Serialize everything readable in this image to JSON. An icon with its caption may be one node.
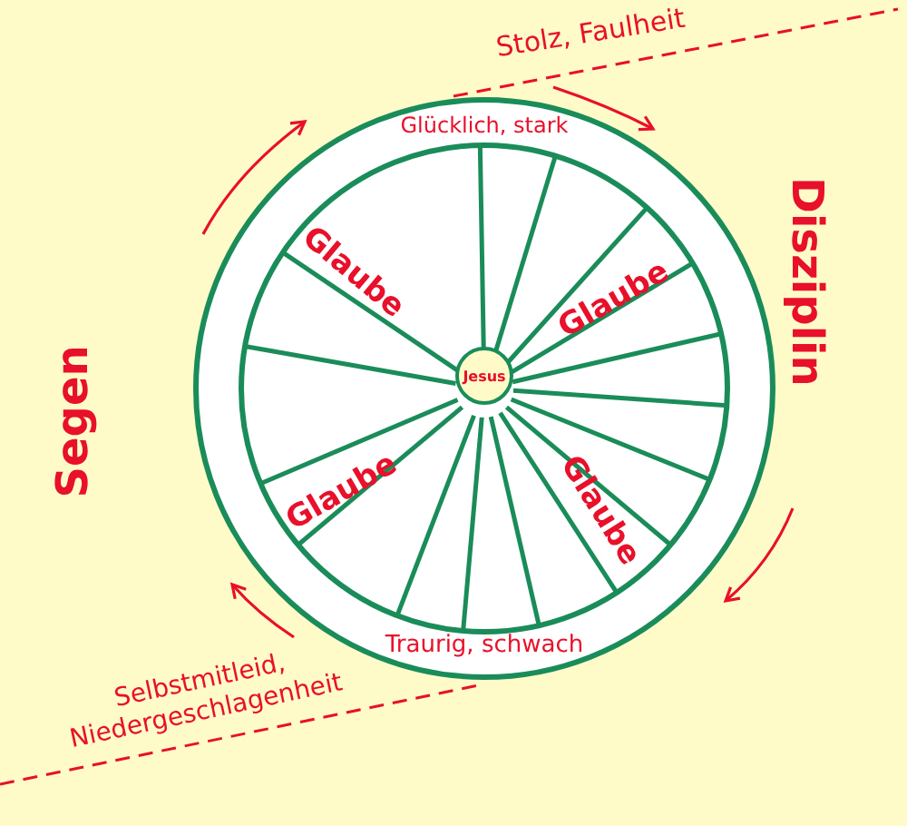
{
  "diagram": {
    "nodes": [
      {
        "text": [
          "Glücklich, stark",
          "Traurig, schwach"
        ]
      },
      {
        "text": [
          "Jesus"
        ],
        "in": 0
      }
    ],
    "labels": [
      "Stolz, Faulheit",
      "Glaube",
      "Glaube",
      "Disziplin",
      "Segen",
      "Glaube",
      "Glaube",
      "Selbstmitleid, Niedergeschlagenheit"
    ]
  }
}
